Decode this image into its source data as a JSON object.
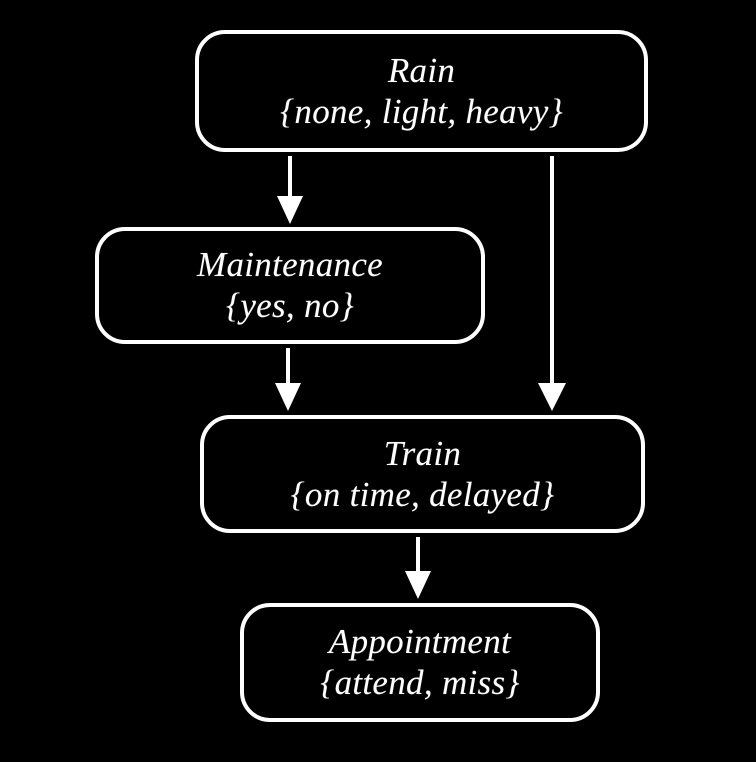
{
  "diagram": {
    "type": "bayesian-network",
    "background_color": "#000000",
    "node_border_color": "#ffffff",
    "text_color": "#ffffff",
    "nodes": [
      {
        "id": "rain",
        "name": "Rain",
        "states": "{none, light, heavy}"
      },
      {
        "id": "maintenance",
        "name": "Maintenance",
        "states": "{yes, no}"
      },
      {
        "id": "train",
        "name": "Train",
        "states": "{on time, delayed}"
      },
      {
        "id": "appointment",
        "name": "Appointment",
        "states": "{attend, miss}"
      }
    ],
    "edges": [
      {
        "id": "rain-to-maintenance",
        "from": "Rain",
        "to": "Maintenance"
      },
      {
        "id": "rain-to-train",
        "from": "Rain",
        "to": "Train"
      },
      {
        "id": "maintenance-to-train",
        "from": "Maintenance",
        "to": "Train"
      },
      {
        "id": "train-to-appointment",
        "from": "Train",
        "to": "Appointment"
      }
    ]
  }
}
